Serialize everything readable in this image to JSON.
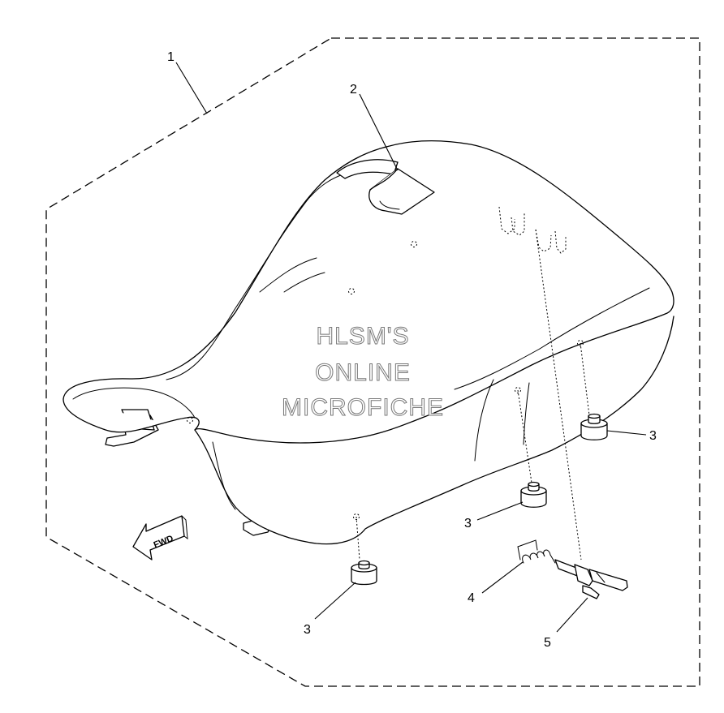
{
  "callouts": {
    "c1": "1",
    "c2": "2",
    "c3a": "3",
    "c3b": "3",
    "c3c": "3",
    "c4": "4",
    "c5": "5"
  },
  "direction_arrow": {
    "label": "FWD",
    "icon": "arrow-forward-icon"
  },
  "watermark": {
    "line1": "HLSM'S",
    "line2": "ONLINE",
    "line3": "MICROFICHE"
  },
  "colors": {
    "line": "#000000",
    "background": "#ffffff",
    "watermark_outline": "#777777"
  }
}
